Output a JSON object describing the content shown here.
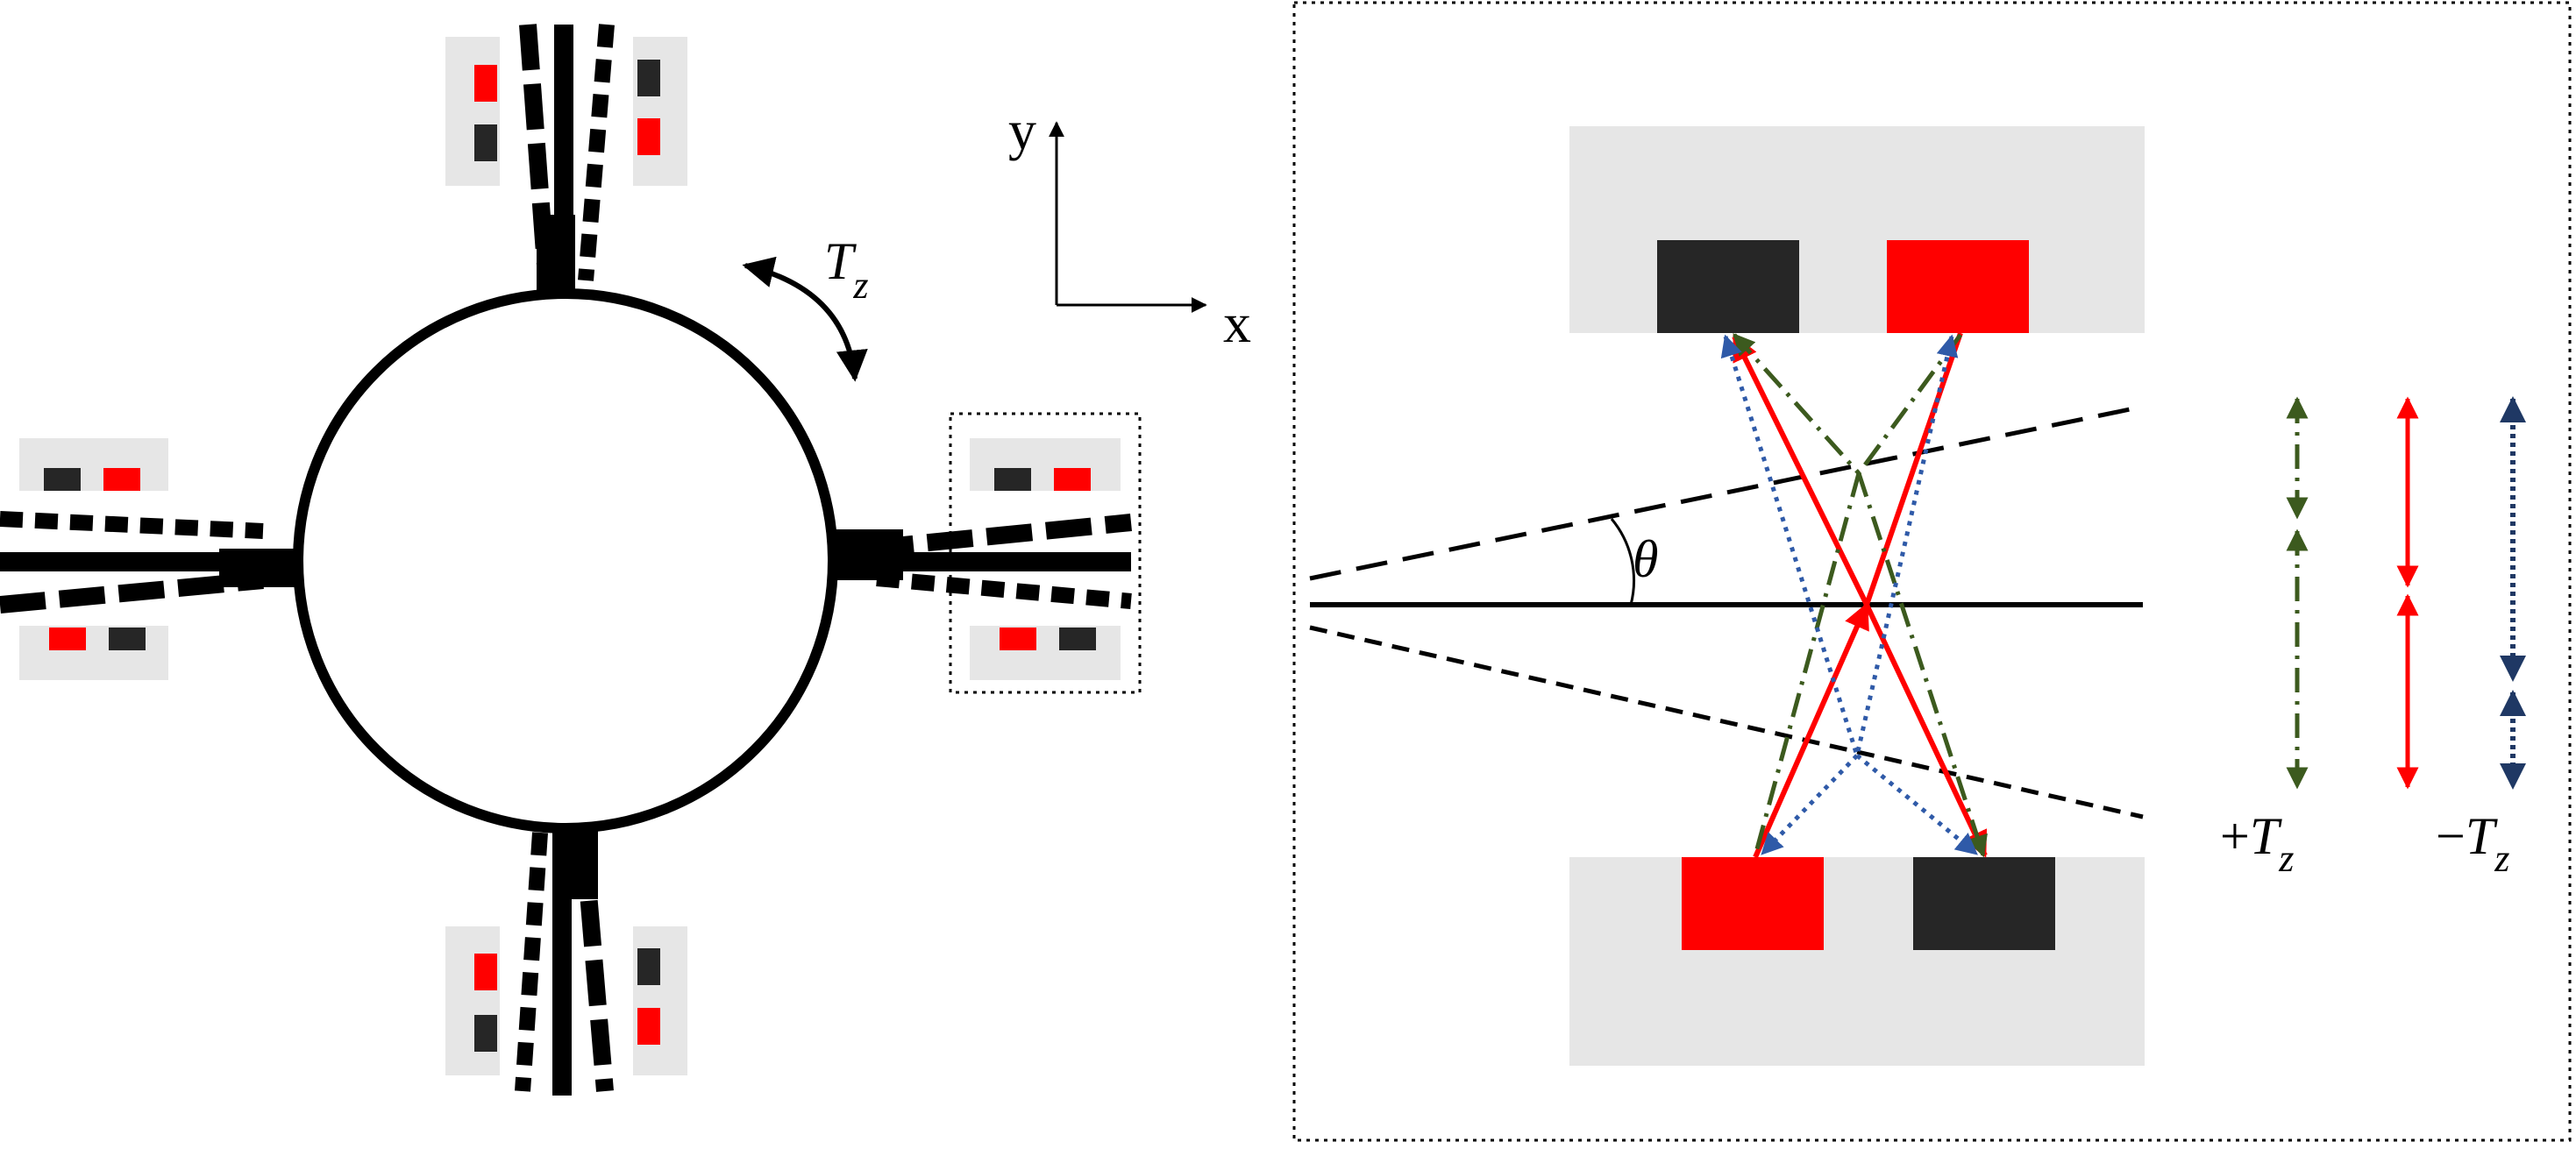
{
  "figure": {
    "left_panel": {
      "axis_x_label": "x",
      "axis_y_label": "y",
      "torque_label": {
        "symbol": "T",
        "subscript": "z"
      }
    },
    "right_panel": {
      "angle_label": "θ",
      "legend": {
        "plus_label": {
          "sign": "+",
          "symbol": "T",
          "subscript": "z"
        },
        "minus_label": {
          "sign": "−",
          "symbol": "T",
          "subscript": "z"
        }
      }
    }
  },
  "colors": {
    "electrode_red": "#ff0000",
    "electrode_dark": "#262626",
    "pad_gray": "#e6e6e6",
    "path_green": "#3c5a1e",
    "path_red": "#ff0000",
    "path_blue": "#2f5aa8",
    "arrow_navy": "#1f3864",
    "stroke": "#000000"
  }
}
